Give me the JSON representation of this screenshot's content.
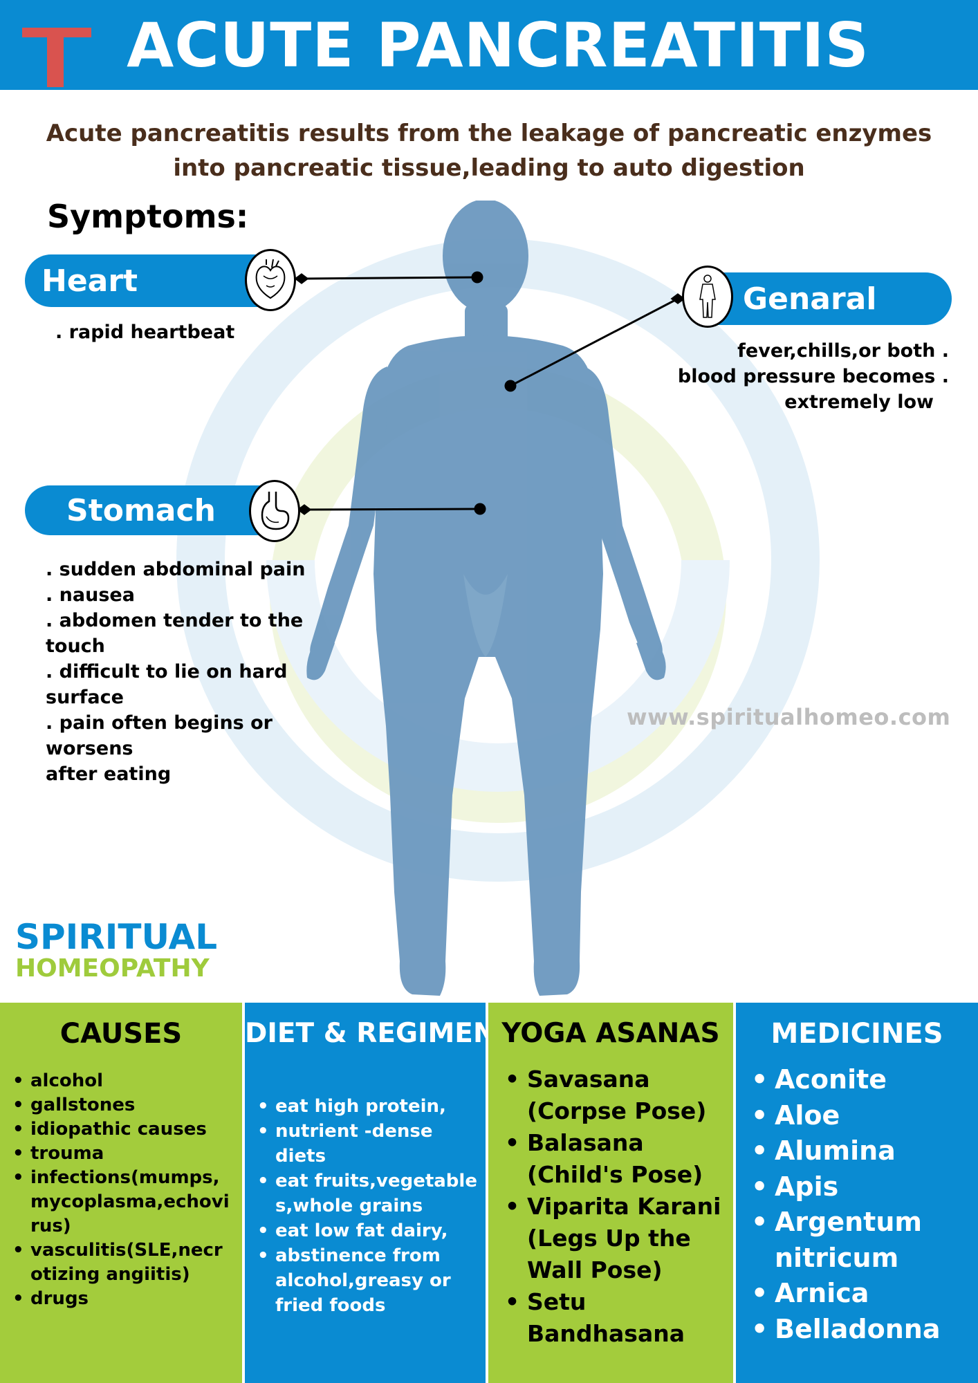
{
  "header": {
    "title": "ACUTE PANCREATITIS",
    "logo_letter": "T",
    "background": "#0a8bd2",
    "logo_color": "#d9534f"
  },
  "subtitle": {
    "line1": "Acute pancreatitis results from the leakage of pancreatic enzymes",
    "line2": "into pancreatic tissue,leading to auto digestion"
  },
  "symptoms": {
    "heading": "Symptoms:",
    "heart": {
      "label": "Heart",
      "items": [
        ". rapid heartbeat"
      ]
    },
    "general": {
      "label": "Genaral",
      "lines": [
        "fever,chills,or both .",
        "blood pressure becomes .",
        "extremely low"
      ]
    },
    "stomach": {
      "label": "Stomach",
      "lines": [
        ". sudden abdominal pain",
        ". nausea",
        ". abdomen tender to the touch",
        ". difficult to lie on hard",
        "surface",
        ". pain often begins or worsens",
        "after eating"
      ]
    }
  },
  "website": "www.spiritualhomeo.com",
  "brand": {
    "line1": "SPIRITUAL",
    "line2": "HOMEOPATHY",
    "color1": "#0a8bd2",
    "color2": "#9fcb3c"
  },
  "columns": {
    "causes": {
      "title": "CAUSES",
      "items": [
        "alcohol",
        "gallstones",
        "idiopathic causes",
        "trouma",
        "infections(mumps,mycoplasma,echovirus)",
        "vasculitis(SLE,necrotizing angiitis)",
        "drugs"
      ]
    },
    "diet": {
      "title": "DIET & REGIMEN",
      "items": [
        "eat high protein,",
        "nutrient -dense diets",
        "eat fruits,vegetables,whole grains",
        "eat low fat dairy,",
        "abstinence from alcohol,greasy or fried foods"
      ]
    },
    "yoga": {
      "title": "YOGA ASANAS",
      "items": [
        "Savasana (Corpse Pose)",
        "Balasana (Child's Pose)",
        "Viparita Karani (Legs Up the Wall Pose)",
        "Setu Bandhasana"
      ]
    },
    "medicines": {
      "title": "MEDICINES",
      "items": [
        "Aconite",
        "Aloe",
        "Alumina",
        "Apis",
        "Argentum nitricum",
        "Arnica",
        "Belladonna"
      ]
    }
  },
  "icons": {
    "heart": "heart-icon",
    "stomach": "stomach-icon",
    "general": "person-icon"
  }
}
